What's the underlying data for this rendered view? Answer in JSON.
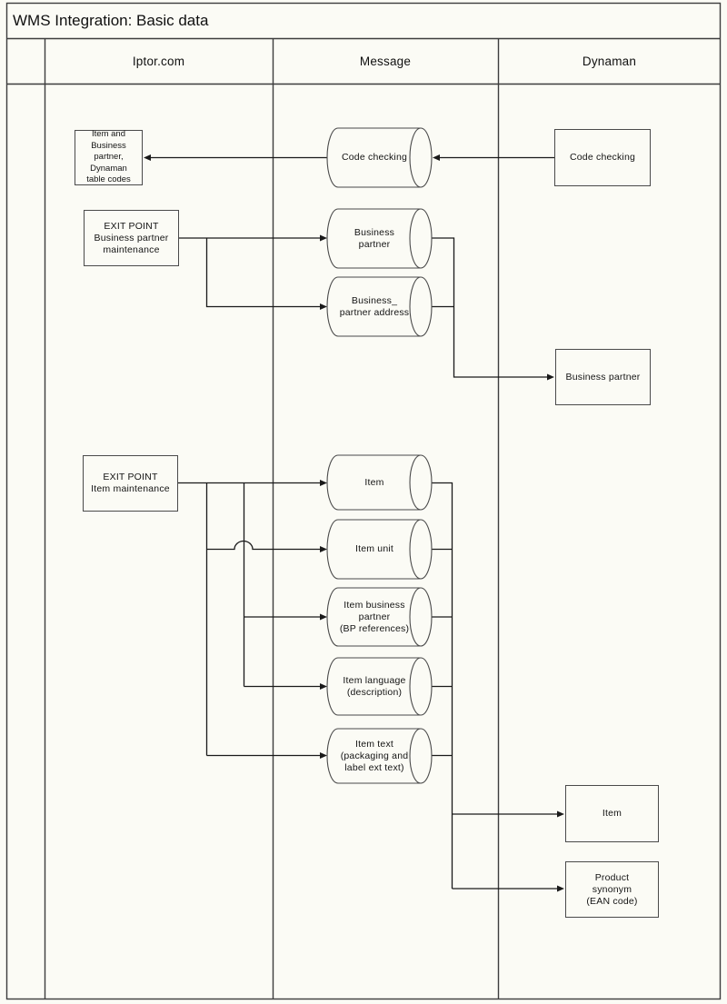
{
  "title": "WMS Integration: Basic data",
  "header": {
    "lane_iptor": "Iptor.com",
    "lane_message": "Message",
    "lane_dynaman": "Dynaman"
  },
  "iptor": {
    "table_codes": "Item and Business\npartner, Dynaman\ntable codes",
    "exit_point_bp": "EXIT POINT\nBusiness partner\nmaintenance",
    "exit_point_item": "EXIT POINT\nItem maintenance"
  },
  "message": {
    "code_checking": "Code checking",
    "business_partner": "Business\npartner",
    "bp_address": "Business_\npartner address",
    "item": "Item",
    "item_unit": "Item unit",
    "item_bp": "Item business\npartner\n(BP references)",
    "item_language": "Item language\n(description)",
    "item_text": "Item text\n(packaging and\nlabel ext text)"
  },
  "dynaman": {
    "code_checking": "Code checking",
    "business_partner": "Business partner",
    "item": "Item",
    "product_synonym": "Product\nsynonym\n(EAN code)"
  },
  "colors": {
    "background": "#fbfbf5",
    "grid_line": "#3d3d3d",
    "shape_line": "#4a4a4a",
    "connector_line": "#1a1a1a"
  }
}
